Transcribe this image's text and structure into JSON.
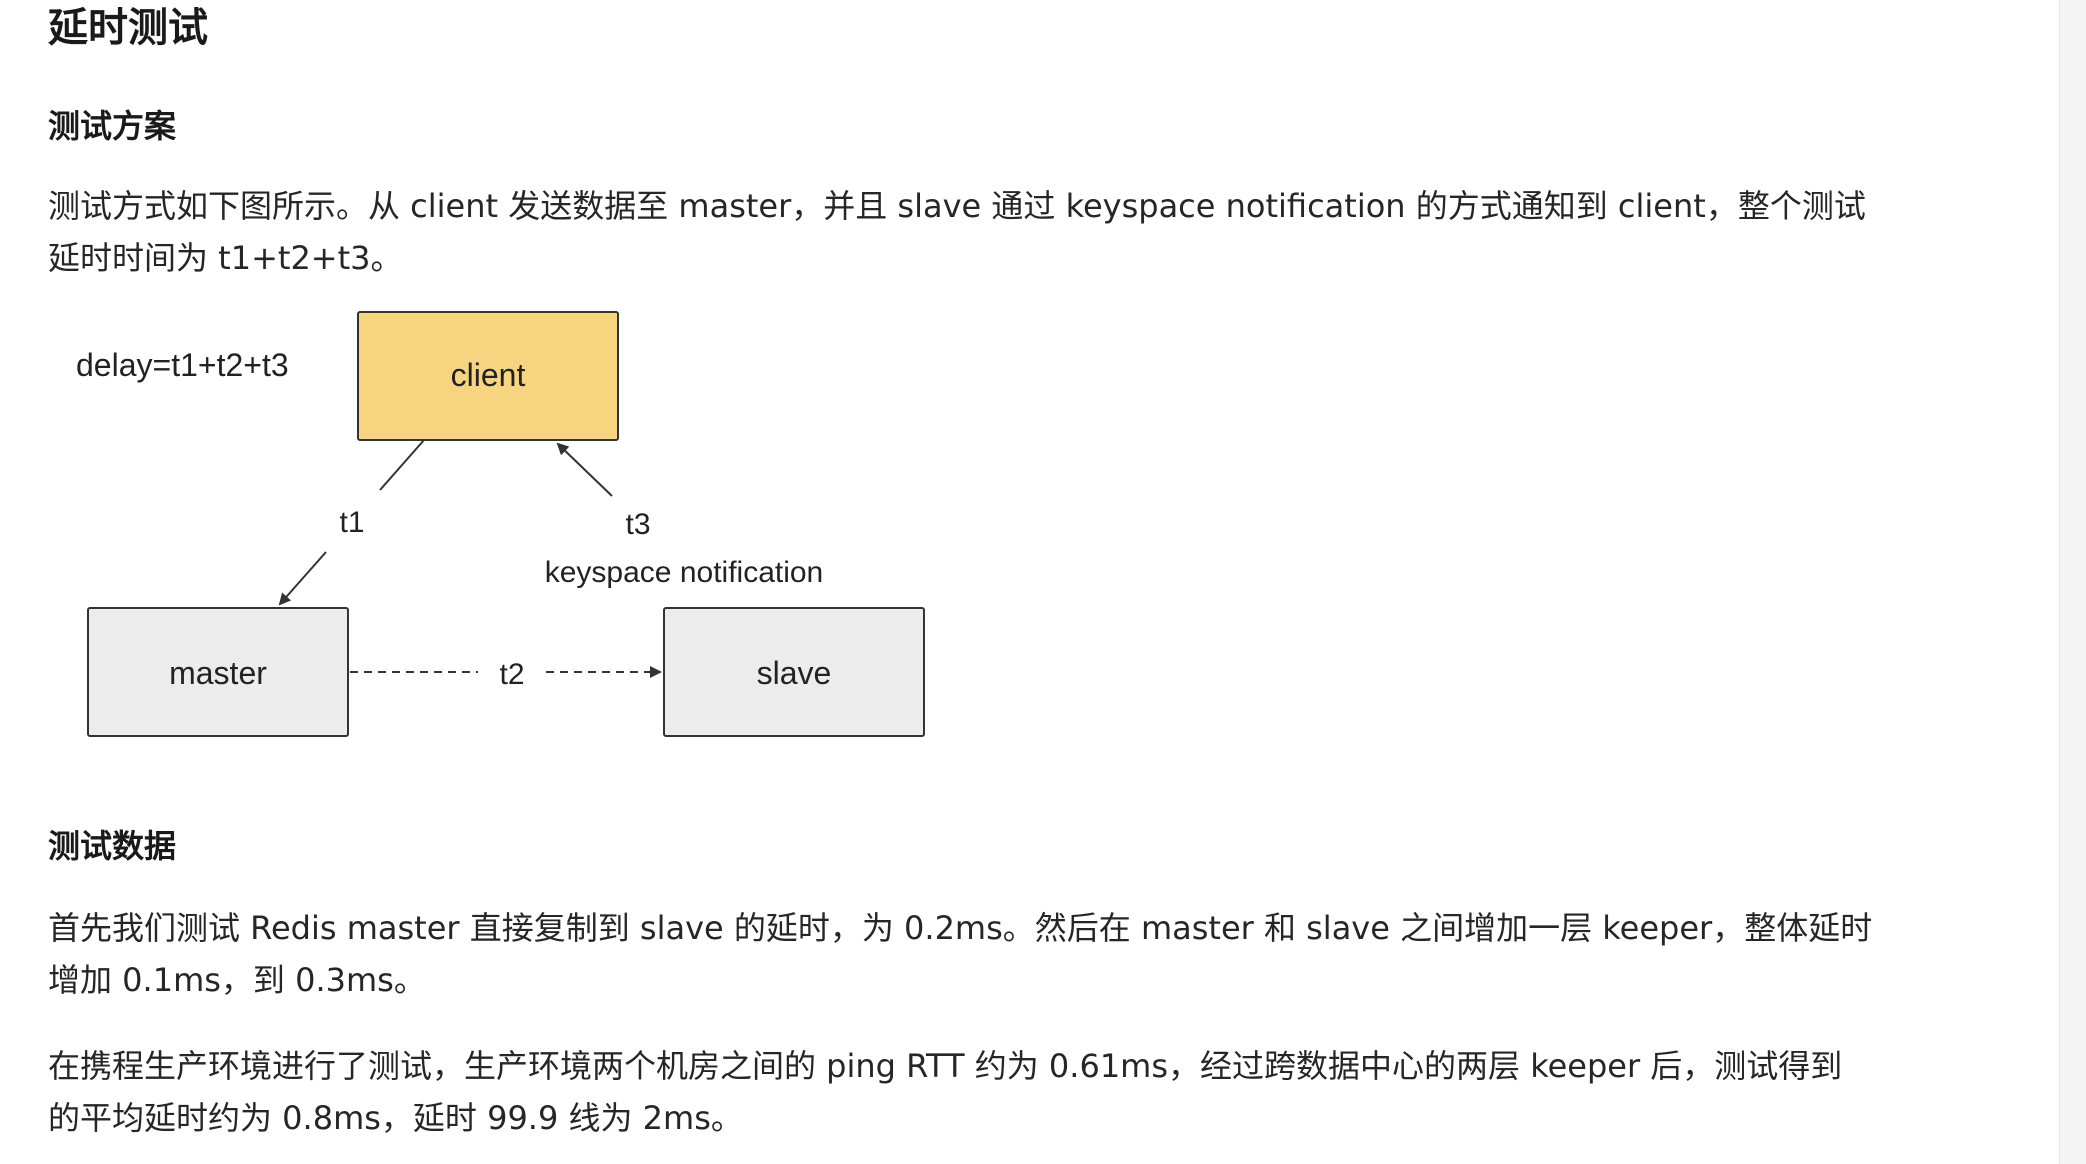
{
  "heading": "延时测试",
  "section_plan": {
    "title": "测试方案",
    "para1_line1": "测试方式如下图所示。从 client 发送数据至 master，并且 slave 通过 keyspace notification 的方式通知到 client，整个测试",
    "para1_line2": "延时时间为 t1+t2+t3。"
  },
  "diagram": {
    "formula": "delay=t1+t2+t3",
    "client_label": "client",
    "master_label": "master",
    "slave_label": "slave",
    "t1_label": "t1",
    "t2_label": "t2",
    "t3_label": "t3",
    "notification_label": "keyspace notification",
    "client_color": "#f7d47f",
    "node_color": "#ececec",
    "stroke_color": "#333333"
  },
  "section_data": {
    "title": "测试数据",
    "para2_line1": "首先我们测试 Redis master 直接复制到 slave 的延时，为 0.2ms。然后在 master 和 slave 之间增加一层 keeper，整体延时",
    "para2_line2": "增加 0.1ms，到 0.3ms。",
    "para3_line1": "在携程生产环境进行了测试，生产环境两个机房之间的 ping RTT 约为 0.61ms，经过跨数据中心的两层 keeper 后，测试得到",
    "para3_line2": "的平均延时约为 0.8ms，延时 99.9 线为 2ms。"
  }
}
